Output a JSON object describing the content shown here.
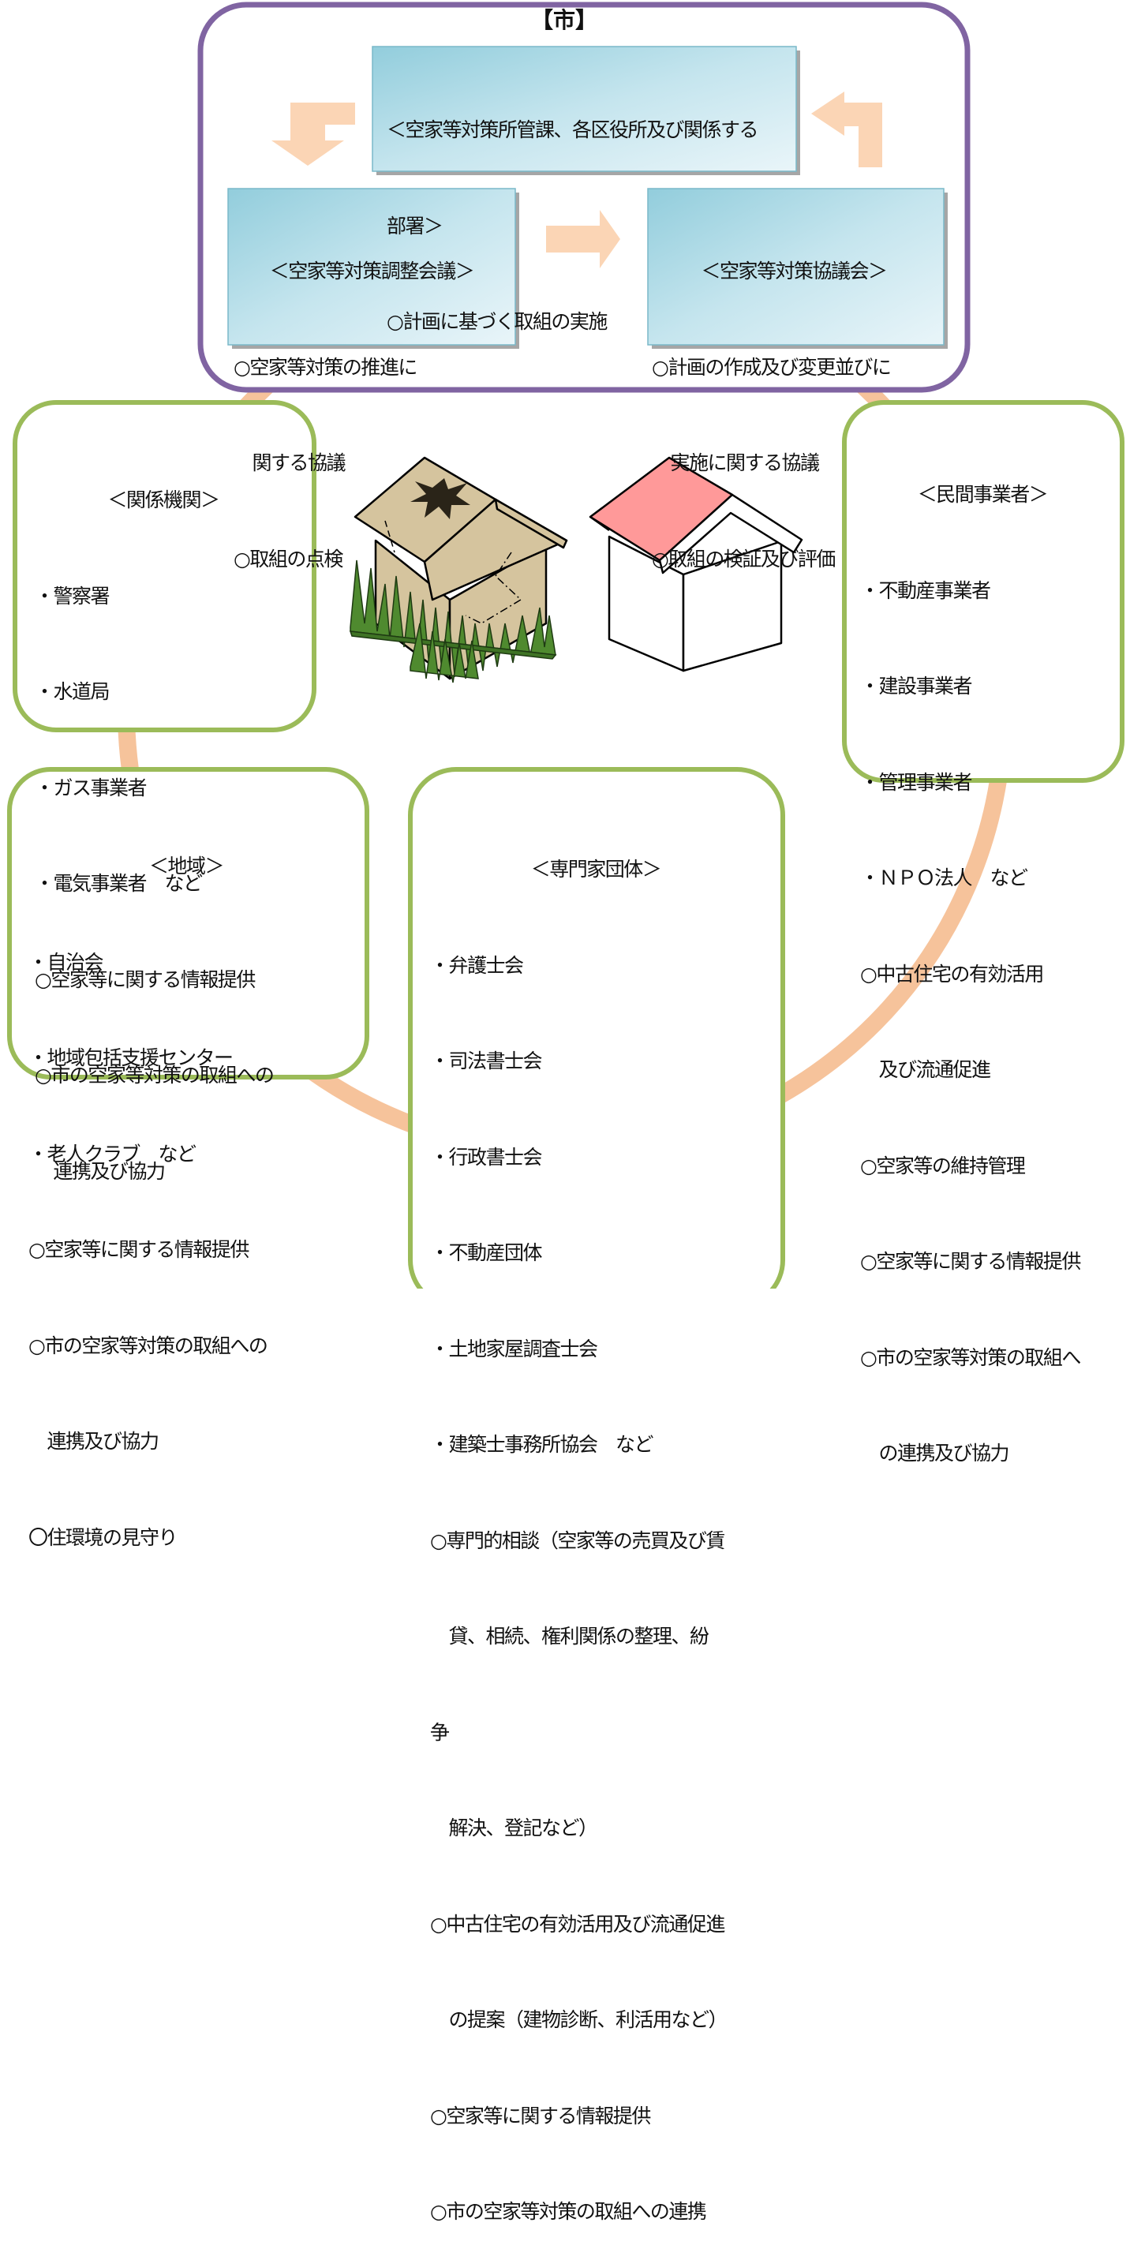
{
  "city": {
    "title": "【市】",
    "dept_box": {
      "lines": [
        "＜空家等対策所管課、各区役所及び関係する",
        "部署＞",
        "○計画に基づく取組の実施"
      ]
    },
    "coord_box": {
      "lines": [
        "＜空家等対策調整会議＞",
        "○空家等対策の推進に",
        "　関する協議",
        "○取組の点検"
      ]
    },
    "council_box": {
      "lines": [
        "＜空家等対策協議会＞",
        "○計画の作成及び変更並びに",
        "　実施に関する協議",
        "○取組の検証及び評価"
      ]
    }
  },
  "agencies": {
    "lines": [
      "＜関係機関＞",
      "・警察署",
      "・水道局",
      "・ガス事業者",
      "・電気事業者　など",
      "○空家等に関する情報提供",
      "○市の空家等対策の取組への",
      "　連携及び協力"
    ]
  },
  "private": {
    "lines": [
      "＜民間事業者＞",
      "・不動産事業者",
      "・建設事業者",
      "・管理事業者",
      "・ＮＰＯ法人　など",
      "○中古住宅の有効活用",
      "　及び流通促進",
      "○空家等の維持管理",
      "○空家等に関する情報提供",
      "○市の空家等対策の取組へ",
      "　の連携及び協力"
    ]
  },
  "community": {
    "lines": [
      "＜地域＞",
      "・自治会",
      "・地域包括支援センター",
      "・老人クラブ　など",
      "○空家等に関する情報提供",
      "○市の空家等対策の取組への",
      "　連携及び協力",
      "〇住環境の見守り"
    ]
  },
  "experts": {
    "lines": [
      "＜専門家団体＞",
      "・弁護士会",
      "・司法書士会",
      "・行政書士会",
      "・不動産団体",
      "・土地家屋調査士会",
      "・建築士事務所協会　など",
      "○専門的相談（空家等の売買及び賃",
      "　貸、相続、権利関係の整理、紛",
      "争",
      "　解決、登記など）",
      "○中古住宅の有効活用及び流通促進",
      "　の提案（建物診断、利活用など）",
      "○空家等に関する情報提供",
      "○市の空家等対策の取組への連携"
    ]
  },
  "colors": {
    "ring": "#f6c39b",
    "city_border": "#8064a2",
    "stakeholder_border": "#9bbb59",
    "box_fill": "#b7dde8",
    "arrow": "#fbd5b5",
    "roof_red": "#ff9999",
    "grass": "#4f8a2f",
    "old_house": "#d5c49e"
  },
  "icons": [
    "abandoned-house-icon",
    "repaired-house-icon",
    "cycle-arrow-icon"
  ]
}
